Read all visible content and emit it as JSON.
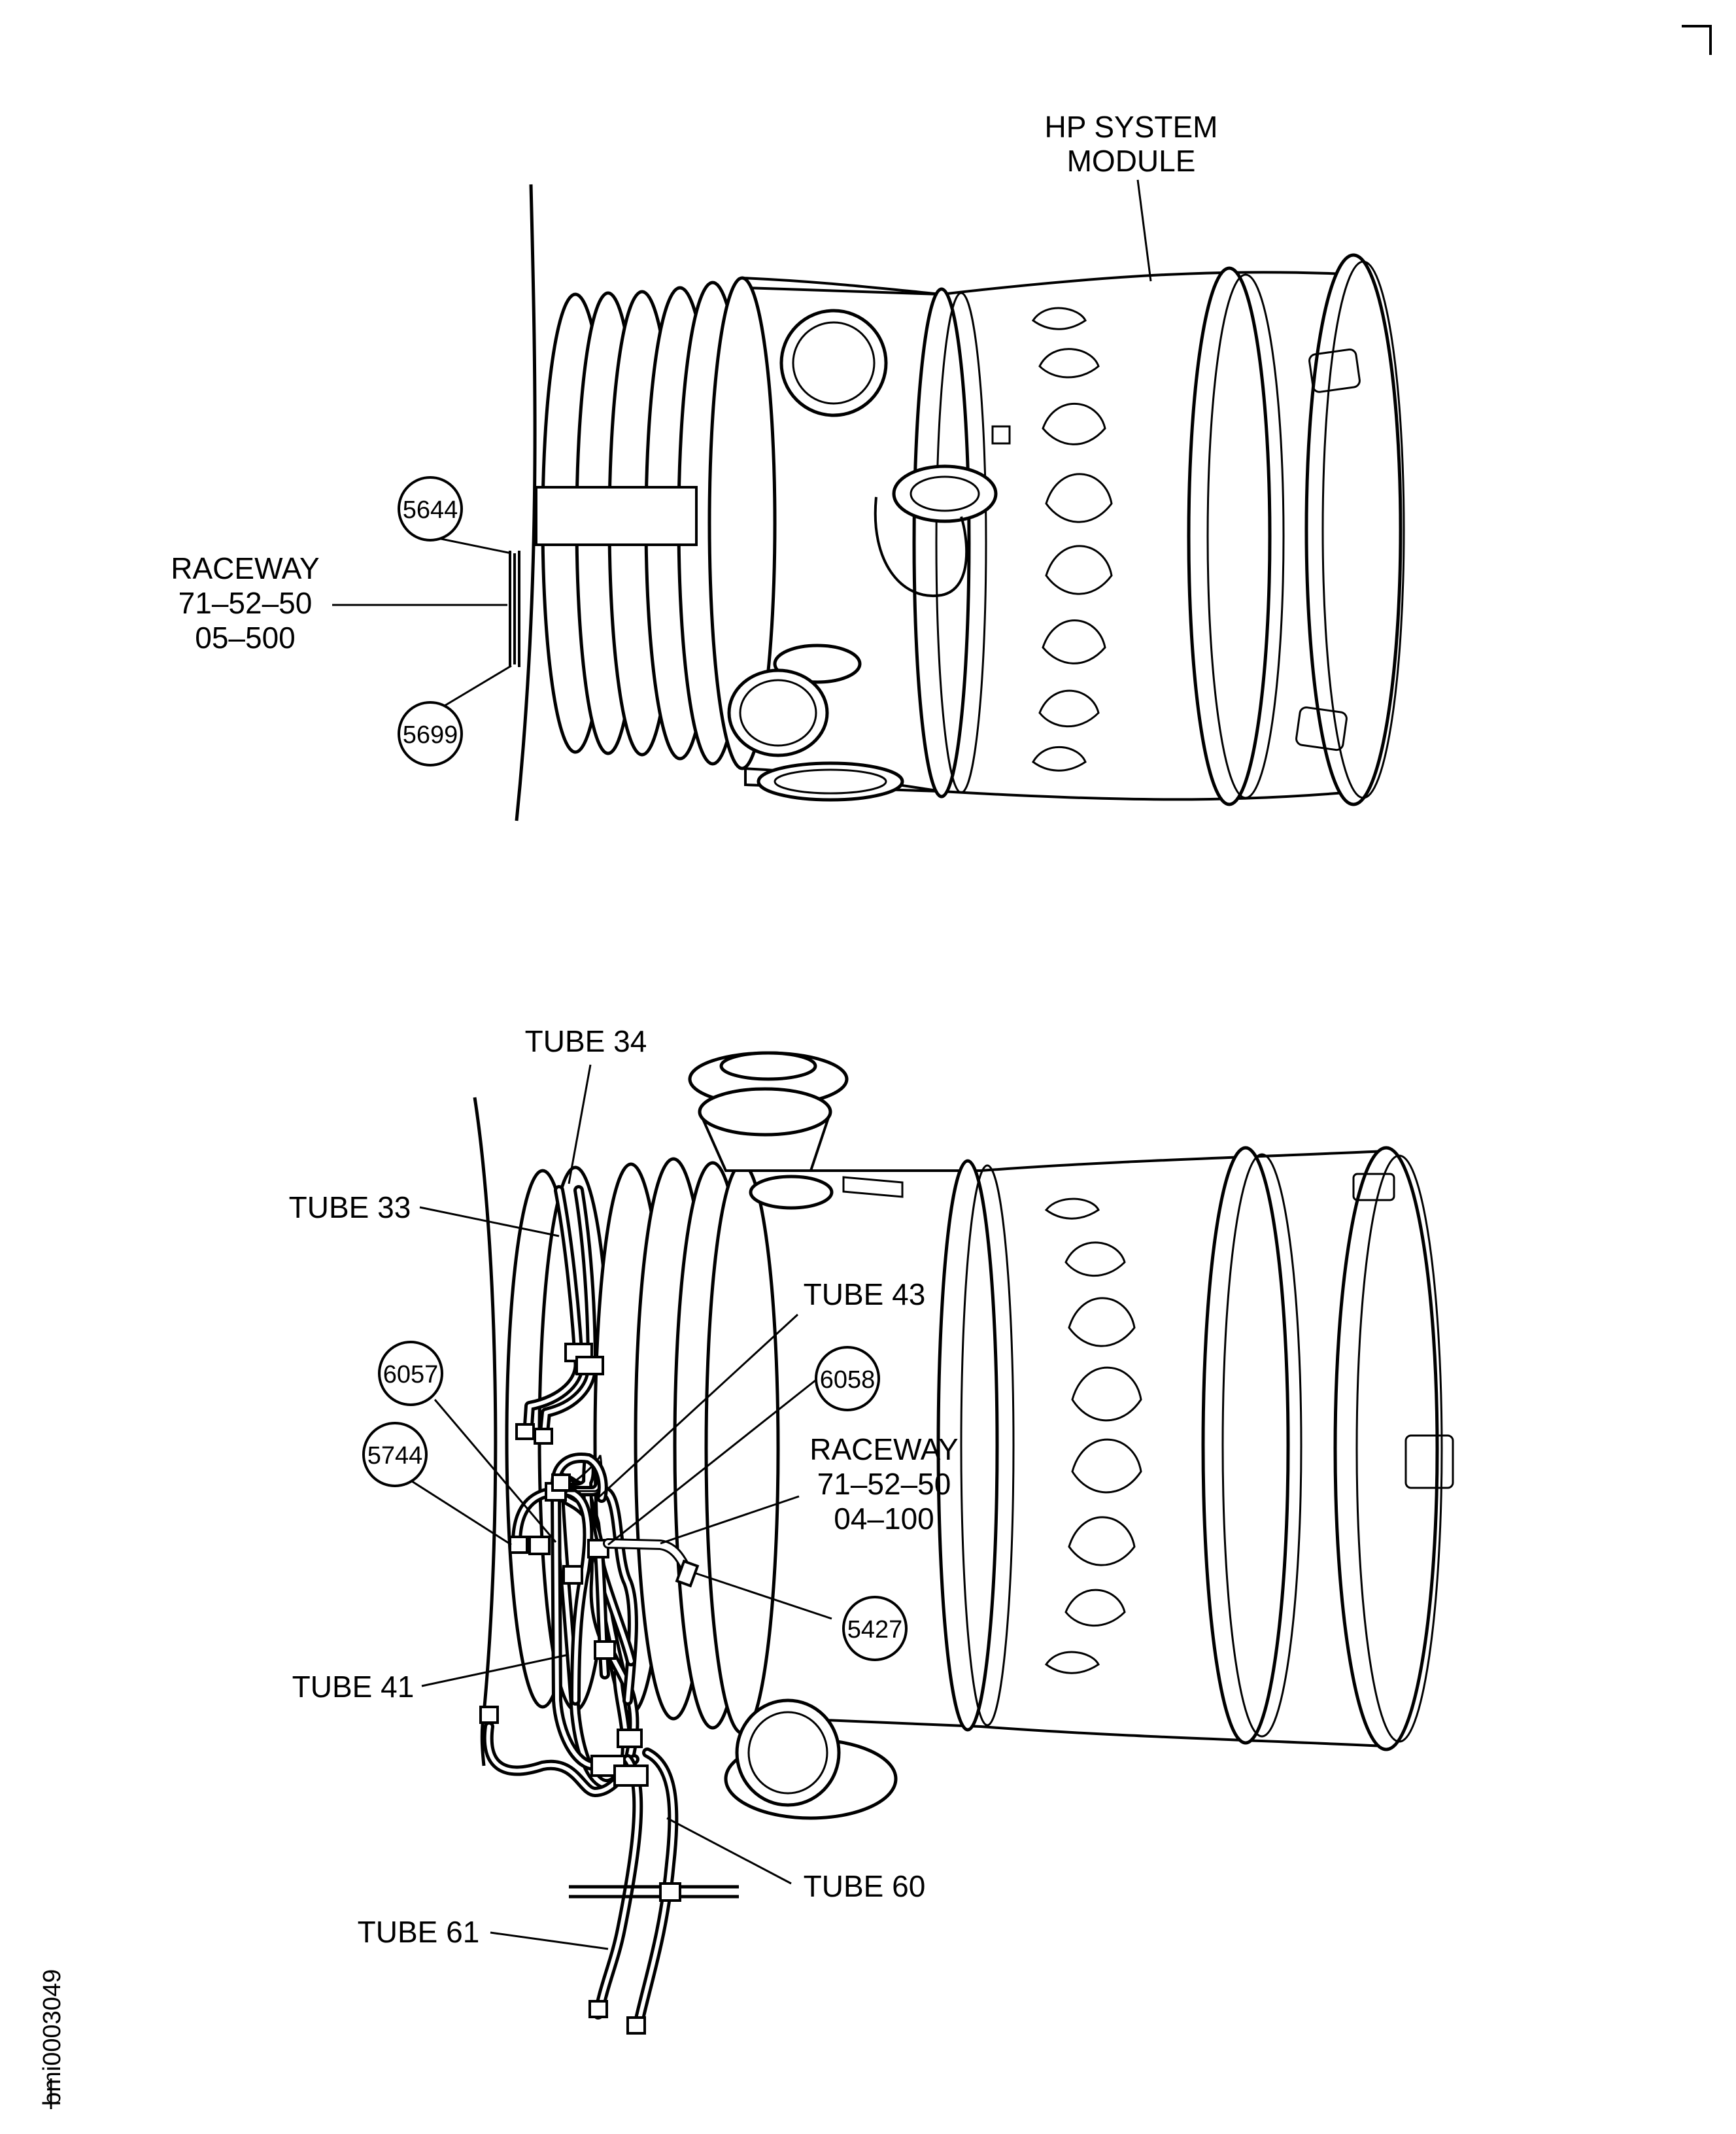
{
  "top_view": {
    "module_label": "HP SYSTEM\nMODULE",
    "raceway_label": [
      "RACEWAY",
      "71–52–50",
      "05–500"
    ],
    "callouts": [
      "5644",
      "5699"
    ]
  },
  "bottom_view": {
    "tube_labels": {
      "tube34": "TUBE 34",
      "tube33": "TUBE 33",
      "tube43": "TUBE 43",
      "tube41": "TUBE 41",
      "tube60": "TUBE 60",
      "tube61": "TUBE 61"
    },
    "raceway_label": [
      "RACEWAY",
      "71–52–50",
      "04–100"
    ],
    "callouts": [
      "6057",
      "5744",
      "6058",
      "5427"
    ]
  },
  "figure_id": "bmi0003049"
}
